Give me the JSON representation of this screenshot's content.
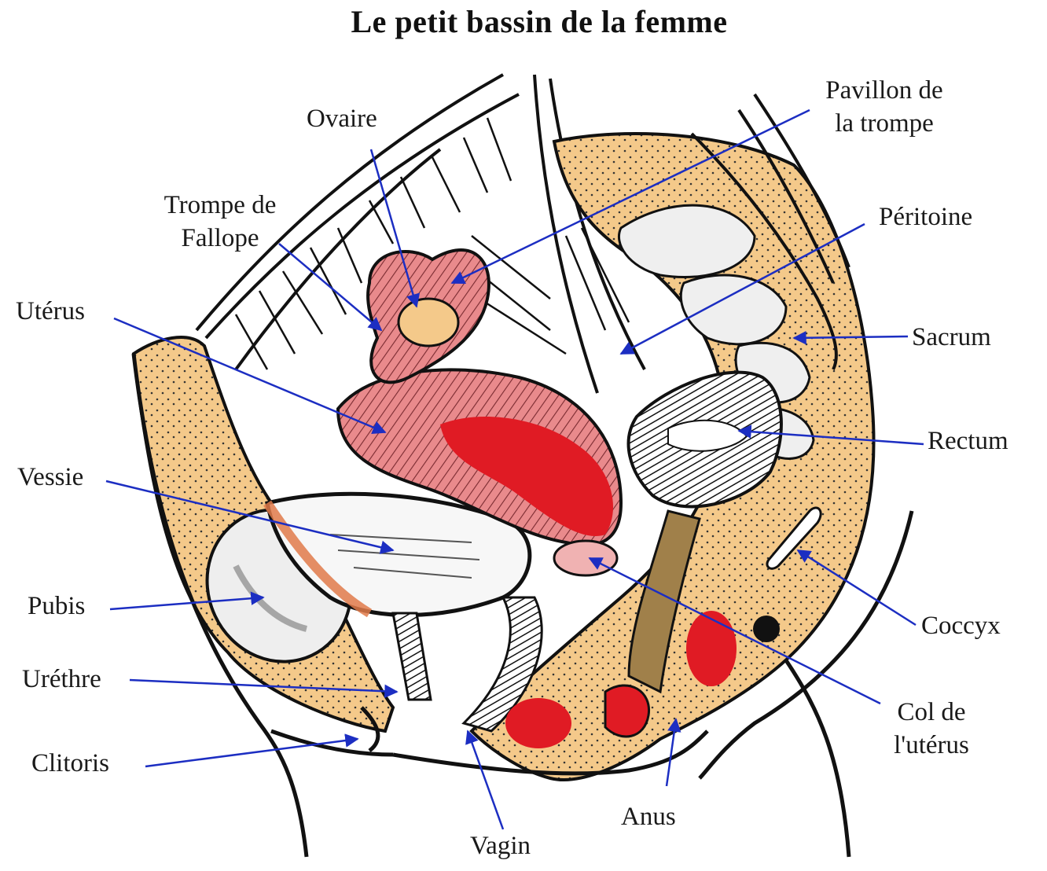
{
  "title": "Le petit bassin de la femme",
  "colors": {
    "bone": "#f4c98a",
    "uterus": "#e98a8c",
    "blood_red": "#e01b24",
    "arrow": "#1c2ec2",
    "ink": "#111111",
    "bladder_wall": "#e07a4a"
  },
  "labels": {
    "ovaire": "Ovaire",
    "pavillon_line1": "Pavillon de",
    "pavillon_line2": "la trompe",
    "trompe_line1": "Trompe de",
    "trompe_line2": "Fallope",
    "peritoine": "Péritoine",
    "uterus": "Utérus",
    "sacrum": "Sacrum",
    "rectum": "Rectum",
    "vessie": "Vessie",
    "pubis": "Pubis",
    "coccyx": "Coccyx",
    "urethre": "Uréthre",
    "col_line1": "Col de",
    "col_line2": "l'utérus",
    "clitoris": "Clitoris",
    "anus": "Anus",
    "vagin": "Vagin"
  }
}
